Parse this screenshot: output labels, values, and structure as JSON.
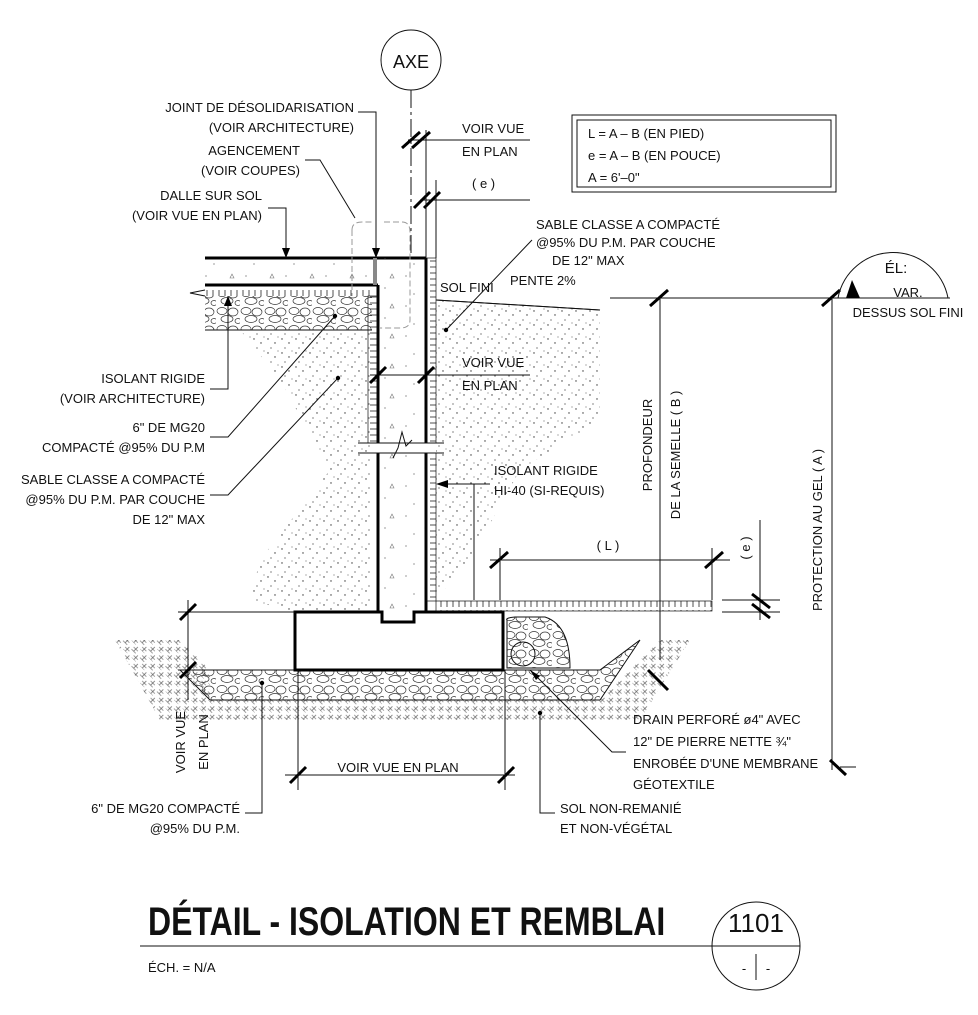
{
  "axis_label": "AXE",
  "legend": {
    "line1": "L   =  A  –  B  (EN PIED)",
    "line2": "e   =  A  –  B  (EN POUCE)",
    "line3": "A   =  6'–0\""
  },
  "labels": {
    "joint_1": "JOINT DE DÉSOLIDARISATION",
    "joint_2": "(VOIR ARCHITECTURE)",
    "agencement_1": "AGENCEMENT",
    "agencement_2": "(VOIR COUPES)",
    "dalle_1": "DALLE SUR SOL",
    "dalle_2": "(VOIR VUE EN PLAN)",
    "isolant_1": "ISOLANT RIGIDE",
    "isolant_2": "(VOIR ARCHITECTURE)",
    "mg20_1": "6\" DE MG20",
    "mg20_2": "COMPACTÉ @95% DU P.M",
    "sable_left_1": "SABLE CLASSE A COMPACTÉ",
    "sable_left_2": "@95% DU P.M. PAR COUCHE",
    "sable_left_3": "DE 12\" MAX",
    "voir_top_1": "VOIR VUE",
    "voir_top_2": "EN PLAN",
    "e_top": "( e )",
    "sable_right_1": "SABLE CLASSE A COMPACTÉ",
    "sable_right_2": "@95% DU P.M. PAR COUCHE",
    "sable_right_3": "DE 12\" MAX",
    "sol_fini": "SOL FINI",
    "pente": "PENTE  2%",
    "voir_mid_1": "VOIR VUE",
    "voir_mid_2": "EN PLAN",
    "isolant_hi40_1": "ISOLANT RIGIDE",
    "isolant_hi40_2": "HI-40 (SI-REQUIS)",
    "profondeur_1": "PROFONDEUR",
    "profondeur_2": "DE LA SEMELLE ( B )",
    "protection": "PROTECTION AU GEL ( A )",
    "l_dim": "( L )",
    "e_dim": "( e )",
    "el": "ÉL:",
    "var": "VAR.",
    "dessus_sol_fini": "DESSUS SOL FINI",
    "voir_bottom_1": "VOIR VUE",
    "voir_bottom_2": "EN PLAN",
    "voir_horizontal": "VOIR VUE EN PLAN",
    "mg20_bottom_1": "6\" DE MG20 COMPACTÉ",
    "mg20_bottom_2": "@95% DU P.M.",
    "sol_nonremanie_1": "SOL NON-REMANIÉ",
    "sol_nonremanie_2": "ET NON-VÉGÉTAL",
    "drain_1": "DRAIN PERFORÉ ø4\" AVEC",
    "drain_2": "12\" DE PIERRE NETTE ¾\"",
    "drain_3": "ENROBÉE D'UNE MEMBRANE",
    "drain_4": "GÉOTEXTILE"
  },
  "title_block": {
    "title": "DÉTAIL - ISOLATION ET REMBLAI",
    "scale": "ÉCH. = N/A",
    "detail_number": "1101",
    "sheet_left": "-",
    "sheet_right": "-"
  }
}
